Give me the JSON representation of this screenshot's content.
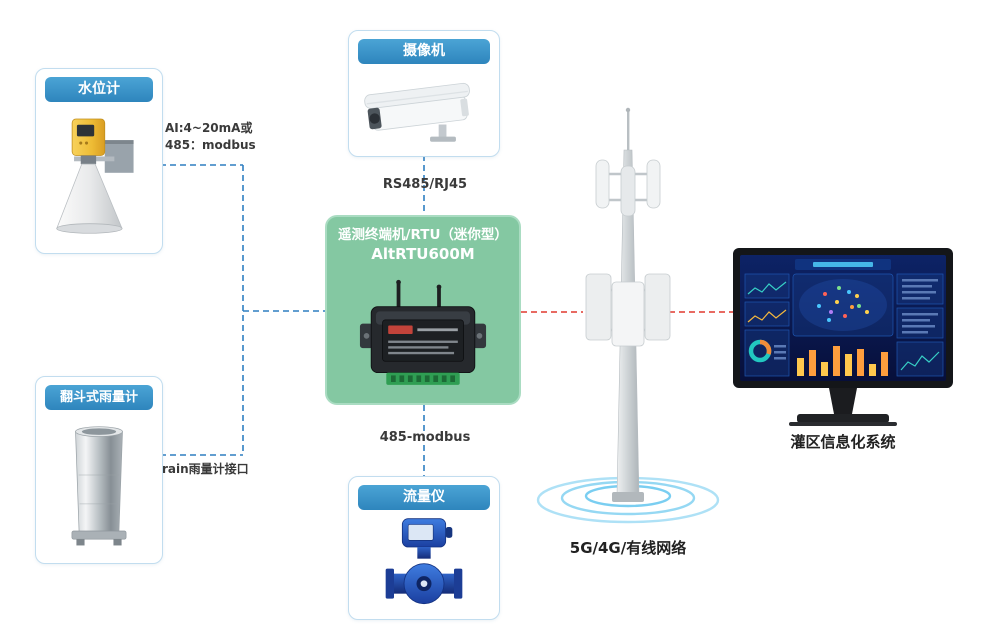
{
  "diagram": {
    "sensors": {
      "water_level": {
        "label": "水位计"
      },
      "camera": {
        "label": "摄像机"
      },
      "rain_gauge": {
        "label": "翻斗式雨量计"
      },
      "flow_meter": {
        "label": "流量仪"
      }
    },
    "rtu": {
      "title_line1": "遥测终端机/RTU（迷你型）",
      "title_line2": "AltRTU600M"
    },
    "links": {
      "water_level_l1": "AI:4~20mA或",
      "water_level_l2": "485：modbus",
      "camera": "RS485/RJ45",
      "flow_meter": "485-modbus",
      "rain_gauge": "rain雨量计接口"
    },
    "network": {
      "label": "5G/4G/有线网络"
    },
    "platform": {
      "label": "灌区信息化系统"
    },
    "colors": {
      "header_blue": "#3d96c9",
      "card_border": "#c2ddef",
      "rtu_green": "#84c8a2",
      "line_blue": "#2f7fc1",
      "line_red": "#e0392e",
      "wifi_blue": "#6cc9ef"
    }
  }
}
